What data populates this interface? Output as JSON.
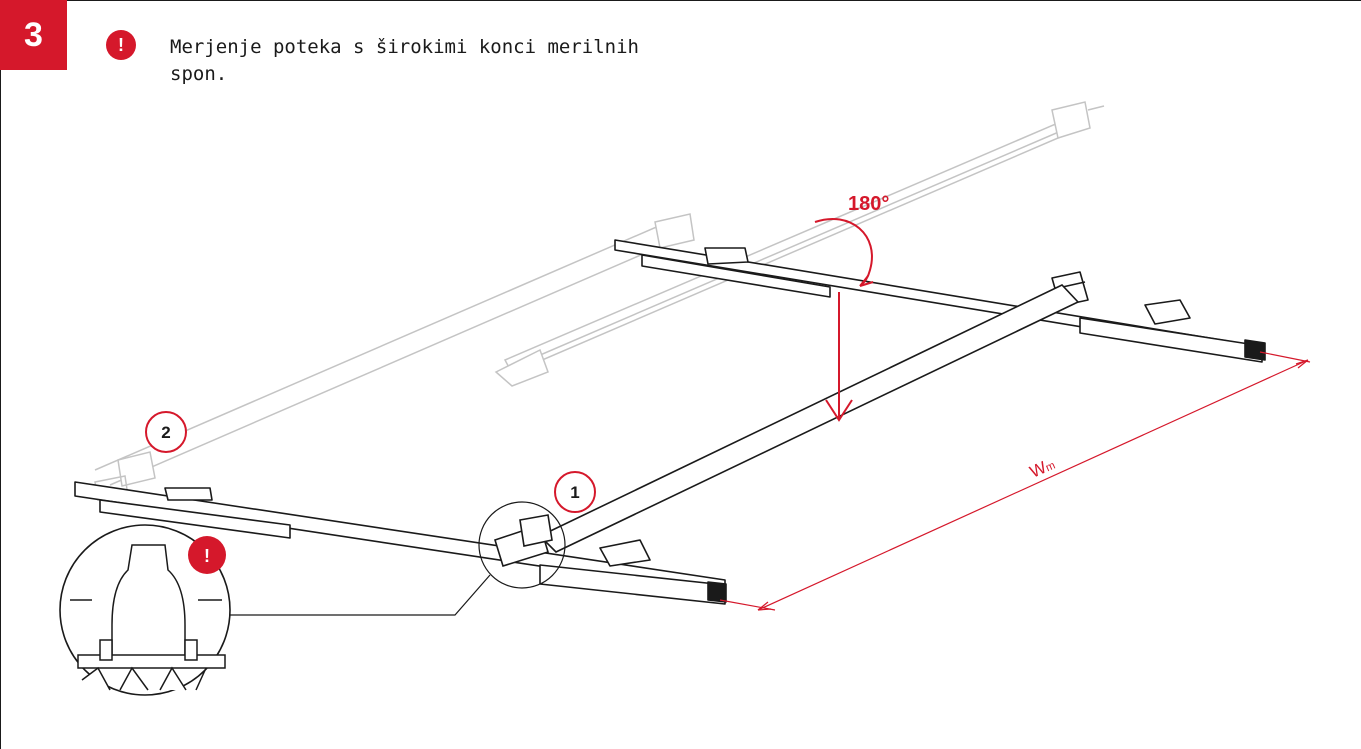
{
  "step": {
    "number": "3"
  },
  "note": {
    "icon": "exclamation-icon",
    "symbol": "!",
    "text": "Merjenje poteka s širokimi konci merilnih spon."
  },
  "diagram": {
    "rotation_label": "180°",
    "callouts": [
      "1",
      "2"
    ],
    "detail_warning_symbol": "!",
    "dimension_label": "W",
    "dimension_subscript": "m"
  },
  "colors": {
    "accent": "#d5182b",
    "line": "#1a1a1a",
    "ghost": "#c4c4c4"
  }
}
